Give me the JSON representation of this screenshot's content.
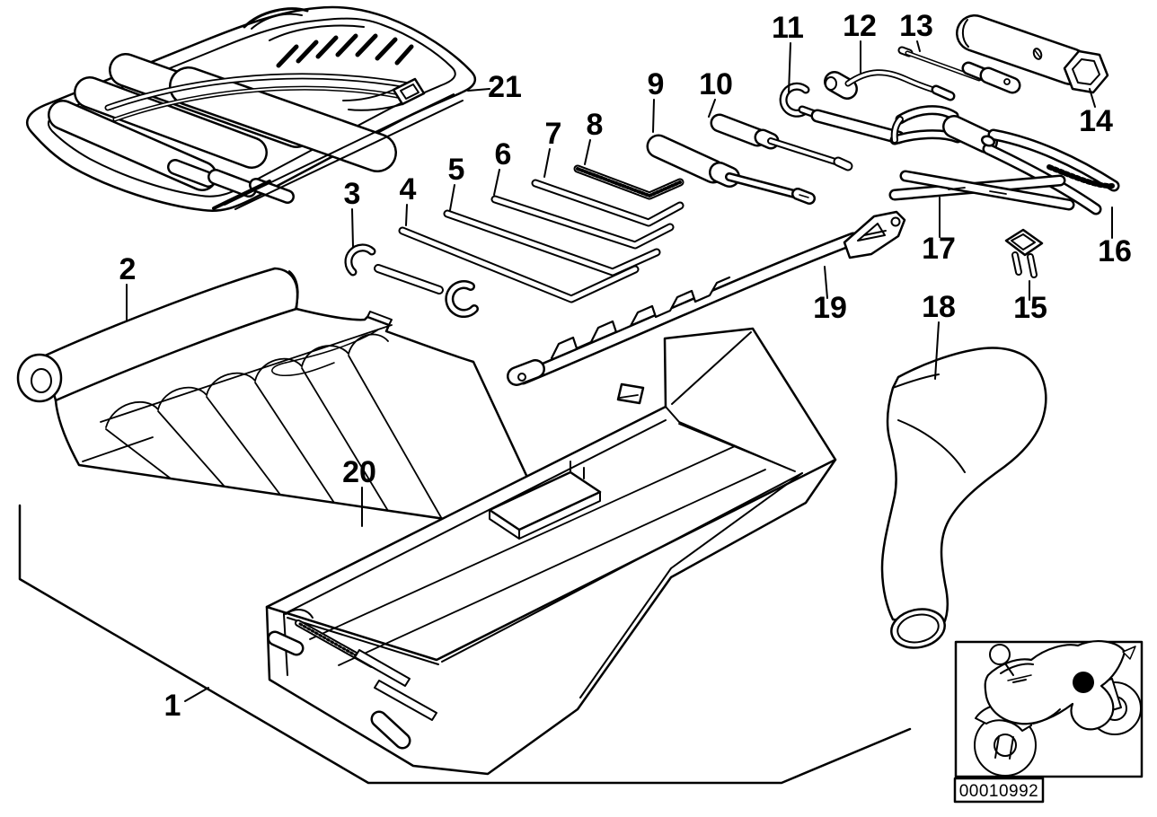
{
  "page": {
    "background": "#ffffff",
    "ink": "#000000"
  },
  "callouts": [
    {
      "label": "1"
    },
    {
      "label": "2"
    },
    {
      "label": "3"
    },
    {
      "label": "4"
    },
    {
      "label": "5"
    },
    {
      "label": "6"
    },
    {
      "label": "7"
    },
    {
      "label": "8"
    },
    {
      "label": "9"
    },
    {
      "label": "10"
    },
    {
      "label": "11"
    },
    {
      "label": "12"
    },
    {
      "label": "13"
    },
    {
      "label": "14"
    },
    {
      "label": "15"
    },
    {
      "label": "16"
    },
    {
      "label": "17"
    },
    {
      "label": "18"
    },
    {
      "label": "19"
    },
    {
      "label": "20"
    },
    {
      "label": "21"
    }
  ],
  "plate": {
    "code": "00010992"
  }
}
